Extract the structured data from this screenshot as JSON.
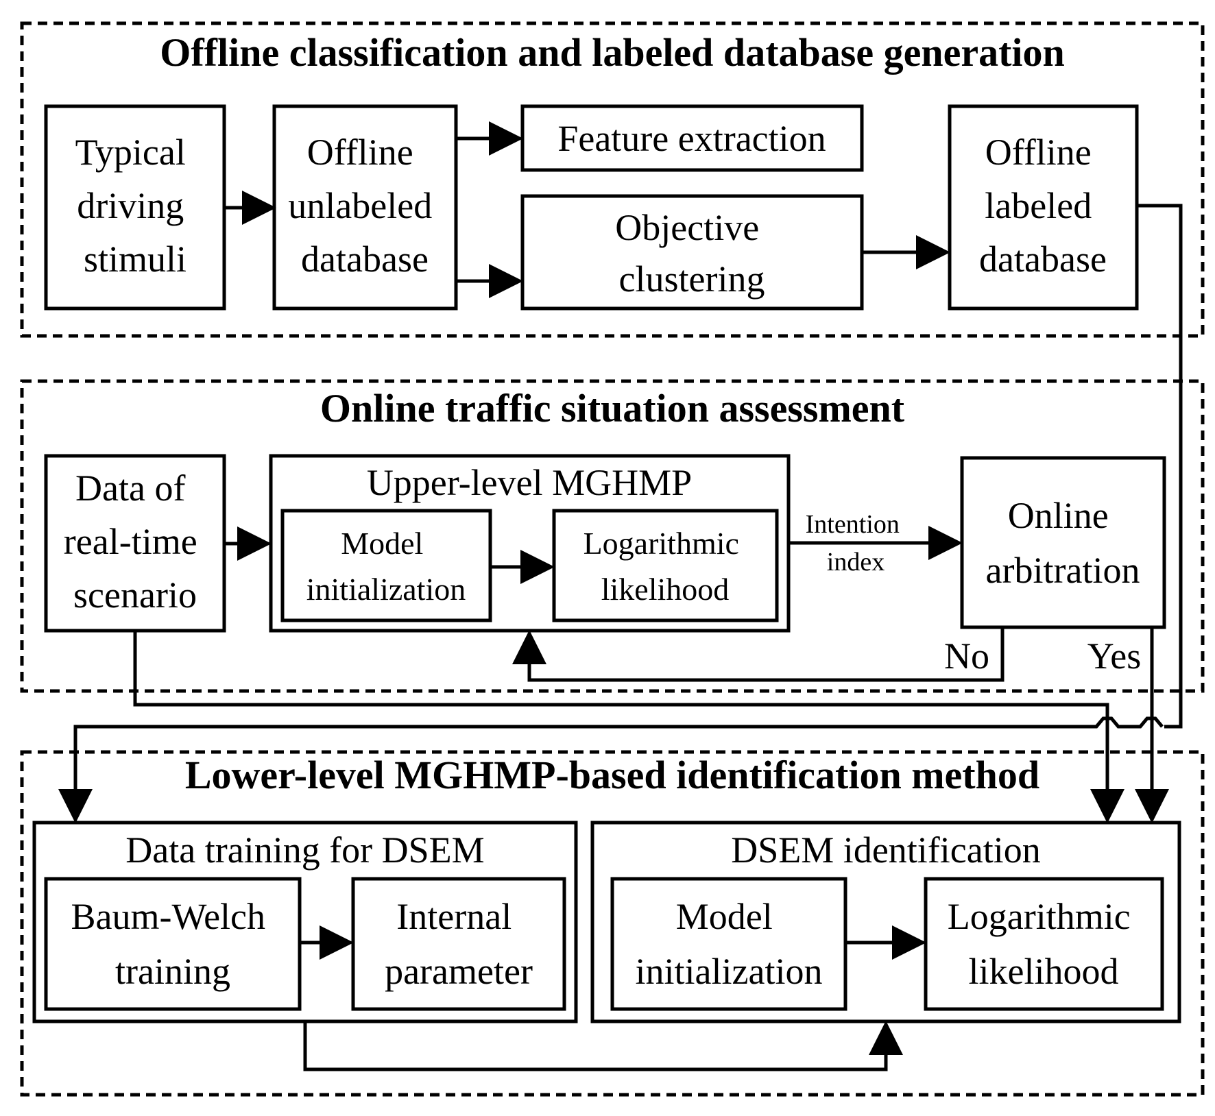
{
  "sections": {
    "offline": {
      "title": "Offline classification and labeled database generation",
      "typical_stimuli": [
        "Typical",
        "driving",
        "stimuli"
      ],
      "unlabeled_db": [
        "Offline",
        "unlabeled",
        "database"
      ],
      "feature_extraction": "Feature extraction",
      "objective_clustering": [
        "Objective",
        "clustering"
      ],
      "labeled_db": [
        "Offline",
        "labeled",
        "database"
      ]
    },
    "online": {
      "title": "Online traffic situation assessment",
      "realtime_data": [
        "Data of",
        "real-time",
        "scenario"
      ],
      "upper_mghmp": "Upper-level MGHMP",
      "model_init": [
        "Model",
        "initialization"
      ],
      "log_likelihood": [
        "Logarithmic",
        "likelihood"
      ],
      "intention_index": [
        "Intention",
        "index"
      ],
      "online_arbitration": [
        "Online",
        "arbitration"
      ],
      "no_label": "No",
      "yes_label": "Yes"
    },
    "lower": {
      "title": "Lower-level MGHMP-based identification method",
      "data_training": "Data training for DSEM",
      "baum_welch": [
        "Baum-Welch",
        "training"
      ],
      "internal_param": [
        "Internal",
        "parameter"
      ],
      "dsem_identification": "DSEM identification",
      "model_init": [
        "Model",
        "initialization"
      ],
      "log_likelihood": [
        "Logarithmic",
        "likelihood"
      ]
    }
  }
}
